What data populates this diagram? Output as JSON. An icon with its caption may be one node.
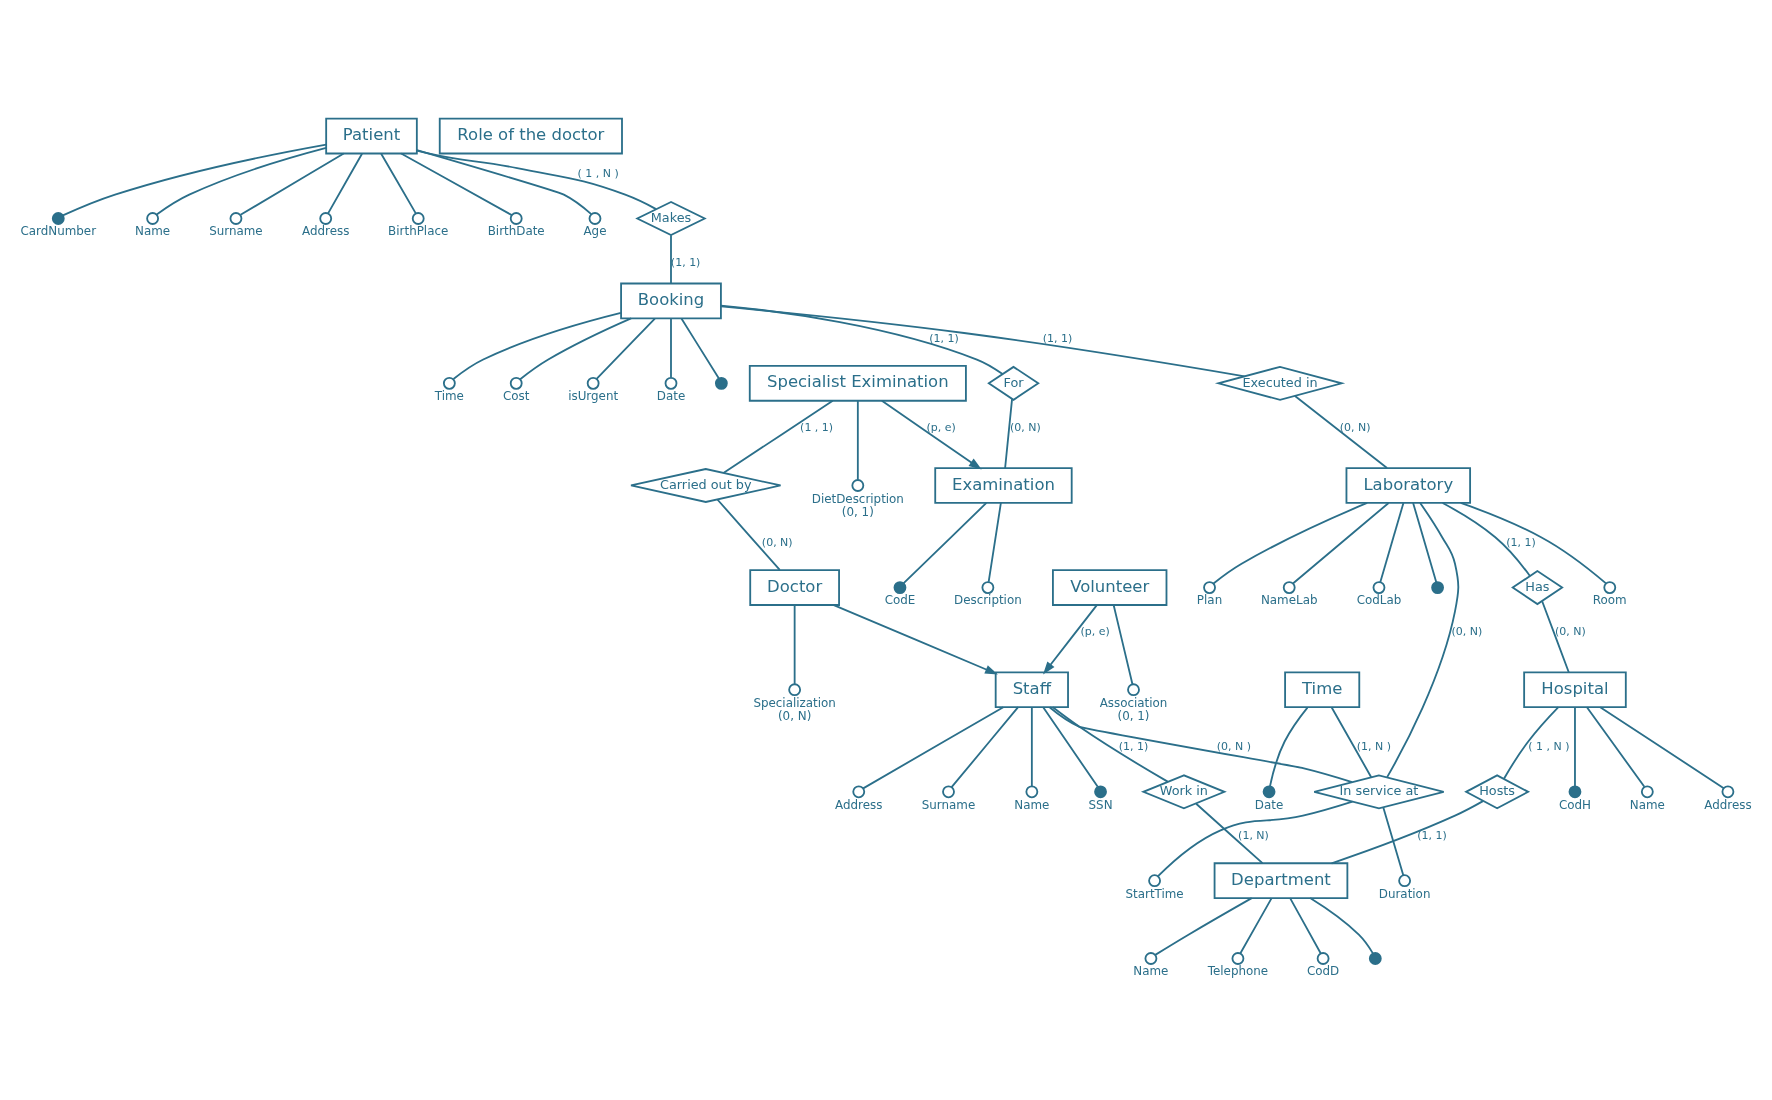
{
  "diagram": {
    "nodes": [
      {
        "text": [
          "Patient"
        ]
      },
      {
        "text": [],
        "shape": "dot",
        "beside": [
          "CardNumber"
        ]
      },
      {
        "text": [],
        "shape": "circle",
        "beside": [
          "Name"
        ]
      },
      {
        "text": [],
        "shape": "circle",
        "beside": [
          "Surname"
        ]
      },
      {
        "text": [],
        "shape": "circle",
        "beside": [
          "Address"
        ]
      },
      {
        "text": [],
        "shape": "circle",
        "beside": [
          "BirthPlace"
        ]
      },
      {
        "text": [],
        "shape": "circle",
        "beside": [
          "BirthDate"
        ]
      },
      {
        "text": [],
        "shape": "circle",
        "beside": [
          "Age"
        ]
      },
      {
        "text": [
          "Makes"
        ]
      },
      {
        "text": [
          "Booking"
        ]
      },
      {
        "text": [],
        "shape": "circle",
        "beside": [
          "Time"
        ]
      },
      {
        "text": [],
        "shape": "circle",
        "beside": [
          "Cost"
        ]
      },
      {
        "text": [],
        "shape": "circle",
        "beside": [
          "isUrgent"
        ]
      },
      {
        "text": [],
        "shape": "circle",
        "beside": [
          "Date"
        ]
      },
      {
        "text": [],
        "shape": "dot"
      },
      {
        "text": [
          "Examination"
        ]
      },
      {
        "text": [],
        "shape": "dot",
        "beside": [
          "CodE"
        ]
      },
      {
        "text": [],
        "shape": "circle",
        "beside": [
          "Description"
        ]
      },
      {
        "text": [
          "For"
        ]
      },
      {
        "text": [
          "Specialist Eximination"
        ]
      },
      {
        "text": [],
        "shape": "circle",
        "beside": [
          "DietDescription",
          "(0, 1)"
        ]
      },
      {
        "text": [
          "Carried out by"
        ]
      },
      {
        "text": [
          "Role of the doctor"
        ]
      },
      {
        "text": [
          "Volunteer"
        ]
      },
      {
        "text": [],
        "shape": "circle",
        "beside": [
          "Association",
          "(0, 1)"
        ]
      },
      {
        "text": [
          "Doctor"
        ]
      },
      {
        "text": [],
        "shape": "circle",
        "beside": [
          "Specialization",
          "(0, N)"
        ]
      },
      {
        "text": [
          "Staff"
        ]
      },
      {
        "text": [],
        "shape": "circle",
        "beside": [
          "Address"
        ]
      },
      {
        "text": [],
        "shape": "circle",
        "beside": [
          "Surname"
        ]
      },
      {
        "text": [],
        "shape": "circle",
        "beside": [
          "Name"
        ]
      },
      {
        "text": [],
        "shape": "dot",
        "beside": [
          "SSN"
        ]
      },
      {
        "text": [
          "Executed in"
        ]
      },
      {
        "text": [
          "Laboratory"
        ]
      },
      {
        "text": [],
        "shape": "circle",
        "beside": [
          "Room"
        ]
      },
      {
        "text": [],
        "shape": "circle",
        "beside": [
          "Plan"
        ]
      },
      {
        "text": [],
        "shape": "circle",
        "beside": [
          "NameLab"
        ]
      },
      {
        "text": [],
        "shape": "circle",
        "beside": [
          "CodLab"
        ]
      },
      {
        "text": [],
        "shape": "dot"
      },
      {
        "text": [
          "In service at"
        ]
      },
      {
        "text": [],
        "shape": "circle",
        "beside": [
          "StartTime"
        ]
      },
      {
        "text": [],
        "shape": "circle",
        "beside": [
          "Duration"
        ]
      },
      {
        "text": [
          "Time"
        ]
      },
      {
        "text": [],
        "shape": "dot",
        "beside": [
          "Date"
        ]
      },
      {
        "text": [
          "Has"
        ]
      },
      {
        "text": [
          "Hospital"
        ]
      },
      {
        "text": [],
        "shape": "dot",
        "beside": [
          "CodH"
        ]
      },
      {
        "text": [],
        "shape": "circle",
        "beside": [
          "Name"
        ]
      },
      {
        "text": [],
        "shape": "circle",
        "beside": [
          "Address"
        ]
      },
      {
        "text": [
          "Work in"
        ]
      },
      {
        "text": [
          "Department"
        ]
      },
      {
        "text": [],
        "shape": "circle",
        "beside": [
          "Name"
        ]
      },
      {
        "text": [],
        "shape": "circle",
        "beside": [
          "Telephone"
        ]
      },
      {
        "text": [],
        "shape": "circle",
        "beside": [
          "CodD"
        ]
      },
      {
        "text": [],
        "shape": "dot"
      },
      {
        "text": [
          "Hosts"
        ]
      }
    ],
    "edges": [
      {
        "from": 0,
        "to": 1,
        "arrow": "none"
      },
      {
        "from": 0,
        "to": 2,
        "arrow": "none"
      },
      {
        "from": 0,
        "to": 3,
        "arrow": "none"
      },
      {
        "from": 0,
        "to": 4,
        "arrow": "none"
      },
      {
        "from": 0,
        "to": 5,
        "arrow": "none"
      },
      {
        "from": 0,
        "to": 6,
        "arrow": "none"
      },
      {
        "from": 0,
        "to": 7,
        "arrow": "none"
      },
      {
        "from": 0,
        "to": 8,
        "arrow": "none",
        "label": "( 1 , N )"
      },
      {
        "from": 8,
        "to": 9,
        "arrow": "none",
        "label": "(1, 1)"
      },
      {
        "from": 9,
        "to": 10,
        "arrow": "none"
      },
      {
        "from": 9,
        "to": 11,
        "arrow": "none"
      },
      {
        "from": 9,
        "to": 12,
        "arrow": "none"
      },
      {
        "from": 9,
        "to": 13,
        "arrow": "none"
      },
      {
        "from": 9,
        "to": 14,
        "arrow": "none"
      },
      {
        "from": 9,
        "to": 18,
        "arrow": "none",
        "label": "(1, 1)"
      },
      {
        "from": 18,
        "to": 15,
        "arrow": "none",
        "label": "(0, N)"
      },
      {
        "from": 15,
        "to": 16,
        "arrow": "none"
      },
      {
        "from": 15,
        "to": 17,
        "arrow": "none"
      },
      {
        "from": 19,
        "to": 15,
        "arrow": "to",
        "label": "(p, e)"
      },
      {
        "from": 19,
        "to": 20,
        "arrow": "none"
      },
      {
        "from": 19,
        "to": 21,
        "arrow": "none",
        "label": "(1 , 1)"
      },
      {
        "from": 21,
        "to": 25,
        "arrow": "none",
        "label": "(0, N)"
      },
      {
        "from": 23,
        "to": 24,
        "arrow": "none"
      },
      {
        "from": 25,
        "to": 26,
        "arrow": "none"
      },
      {
        "from": 23,
        "to": 27,
        "arrow": "to",
        "label": "(p, e)"
      },
      {
        "from": 25,
        "to": 27,
        "arrow": "to"
      },
      {
        "from": 27,
        "to": 28,
        "arrow": "none"
      },
      {
        "from": 27,
        "to": 29,
        "arrow": "none"
      },
      {
        "from": 27,
        "to": 30,
        "arrow": "none"
      },
      {
        "from": 27,
        "to": 31,
        "arrow": "none"
      },
      {
        "from": 9,
        "to": 32,
        "arrow": "none",
        "label": "(1, 1)"
      },
      {
        "from": 32,
        "to": 33,
        "arrow": "none",
        "label": "(0, N)"
      },
      {
        "from": 33,
        "to": 34,
        "arrow": "none"
      },
      {
        "from": 33,
        "to": 35,
        "arrow": "none"
      },
      {
        "from": 33,
        "to": 36,
        "arrow": "none"
      },
      {
        "from": 33,
        "to": 37,
        "arrow": "none"
      },
      {
        "from": 33,
        "to": 38,
        "arrow": "none"
      },
      {
        "from": 33,
        "to": 39,
        "arrow": "none",
        "label": "(0, N)"
      },
      {
        "from": 27,
        "to": 39,
        "arrow": "none",
        "label": "(0, N )"
      },
      {
        "from": 42,
        "to": 39,
        "arrow": "none",
        "label": "(1, N )"
      },
      {
        "from": 39,
        "to": 40,
        "arrow": "none"
      },
      {
        "from": 39,
        "to": 41,
        "arrow": "none"
      },
      {
        "from": 42,
        "to": 43,
        "arrow": "none"
      },
      {
        "from": 33,
        "to": 44,
        "arrow": "none",
        "label": "(1, 1)"
      },
      {
        "from": 44,
        "to": 45,
        "arrow": "none",
        "label": "(0, N)"
      },
      {
        "from": 45,
        "to": 46,
        "arrow": "none"
      },
      {
        "from": 45,
        "to": 47,
        "arrow": "none"
      },
      {
        "from": 45,
        "to": 48,
        "arrow": "none"
      },
      {
        "from": 27,
        "to": 49,
        "arrow": "none",
        "label": "(1, 1)"
      },
      {
        "from": 49,
        "to": 50,
        "arrow": "none",
        "label": "(1, N)"
      },
      {
        "from": 50,
        "to": 51,
        "arrow": "none"
      },
      {
        "from": 50,
        "to": 52,
        "arrow": "none"
      },
      {
        "from": 50,
        "to": 53,
        "arrow": "none"
      },
      {
        "from": 50,
        "to": 54,
        "arrow": "none"
      },
      {
        "from": 45,
        "to": 55,
        "arrow": "none",
        "label": "( 1 , N )"
      },
      {
        "from": 55,
        "to": 50,
        "arrow": "none",
        "label": "(1, 1)"
      }
    ]
  }
}
